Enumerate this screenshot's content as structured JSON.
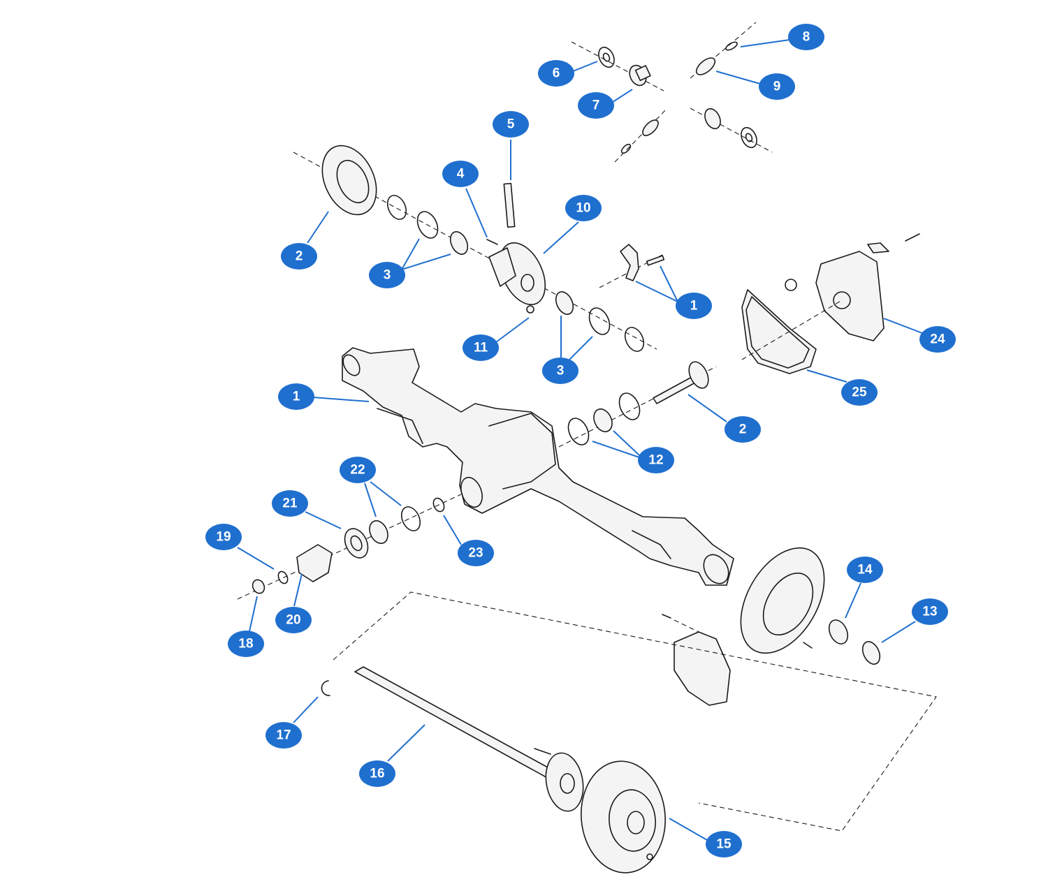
{
  "accent_color": "#1f6fcf",
  "callouts": [
    {
      "id": "c8",
      "label": "8"
    },
    {
      "id": "c6",
      "label": "6"
    },
    {
      "id": "c9",
      "label": "9"
    },
    {
      "id": "c7",
      "label": "7"
    },
    {
      "id": "c5",
      "label": "5"
    },
    {
      "id": "c4",
      "label": "4"
    },
    {
      "id": "c10",
      "label": "10"
    },
    {
      "id": "c2a",
      "label": "2"
    },
    {
      "id": "c3a",
      "label": "3"
    },
    {
      "id": "c1a",
      "label": "1"
    },
    {
      "id": "c24",
      "label": "24"
    },
    {
      "id": "c11",
      "label": "11"
    },
    {
      "id": "c3b",
      "label": "3"
    },
    {
      "id": "c25",
      "label": "25"
    },
    {
      "id": "c1b",
      "label": "1"
    },
    {
      "id": "c2b",
      "label": "2"
    },
    {
      "id": "c12",
      "label": "12"
    },
    {
      "id": "c22",
      "label": "22"
    },
    {
      "id": "c21",
      "label": "21"
    },
    {
      "id": "c23",
      "label": "23"
    },
    {
      "id": "c19",
      "label": "19"
    },
    {
      "id": "c14",
      "label": "14"
    },
    {
      "id": "c13",
      "label": "13"
    },
    {
      "id": "c20",
      "label": "20"
    },
    {
      "id": "c18",
      "label": "18"
    },
    {
      "id": "c17",
      "label": "17"
    },
    {
      "id": "c16",
      "label": "16"
    },
    {
      "id": "c15",
      "label": "15"
    }
  ]
}
